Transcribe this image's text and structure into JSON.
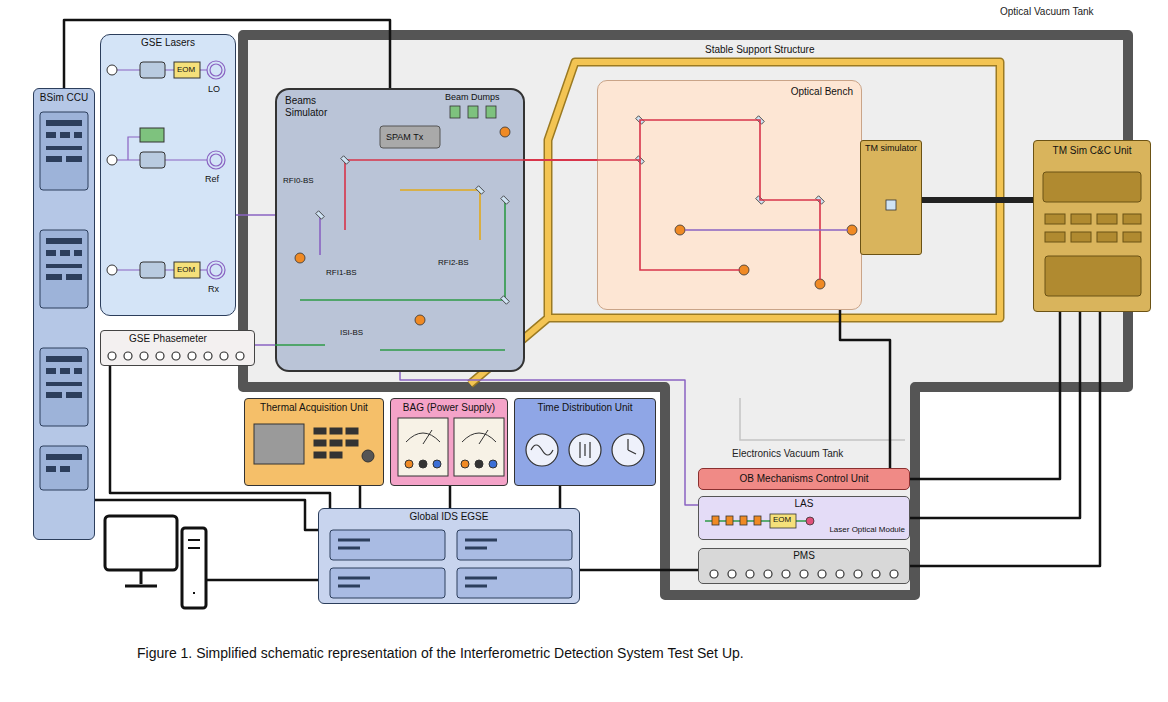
{
  "diagram": {
    "caption": "Figure 1. Simplified schematic representation of the Interferometric Detection System Test Set Up.",
    "nodes": [
      {
        "text": [
          "BSim CCU"
        ]
      },
      {
        "text": [
          "GSE Lasers"
        ]
      },
      {
        "text": [
          "GSE Phasemeter"
        ]
      },
      {
        "text": [
          "Optical Vacuum Tank"
        ]
      },
      {
        "text": [
          "Beams Simulator"
        ],
        "in": 3
      },
      {
        "text": [
          "Optical Bench"
        ],
        "in": 3
      },
      {
        "text": [
          "TM simulator"
        ],
        "in": 3
      },
      {
        "text": [
          "TM Sim C&C Unit"
        ]
      },
      {
        "text": [
          "Thermal Acquisition Unit"
        ]
      },
      {
        "text": [
          "BAG (Power Supply)"
        ]
      },
      {
        "text": [
          "Time Distribution Unit"
        ]
      },
      {
        "text": [
          "Electronics Vacuum Tank"
        ]
      },
      {
        "text": [
          "OB Mechanisms Control Unit"
        ],
        "in": 11
      },
      {
        "text": [
          "LAS",
          "Laser Optical Module"
        ],
        "in": 11
      },
      {
        "text": [
          "PMS"
        ],
        "in": 11
      },
      {
        "text": [
          "Global IDS EGSE"
        ]
      }
    ],
    "edges": [
      {
        "from": 0,
        "to": 4,
        "arrow": "none"
      },
      {
        "from": 0,
        "to": 15,
        "arrow": "none"
      },
      {
        "from": 2,
        "to": 15,
        "arrow": "none"
      },
      {
        "from": 8,
        "to": 15,
        "arrow": "none"
      },
      {
        "from": 9,
        "to": 15,
        "arrow": "none"
      },
      {
        "from": 10,
        "to": 15,
        "arrow": "none"
      },
      {
        "from": 7,
        "to": 6,
        "arrow": "none"
      },
      {
        "from": 7,
        "to": 12,
        "arrow": "none"
      },
      {
        "from": 7,
        "to": 13,
        "arrow": "none"
      },
      {
        "from": 7,
        "to": 14,
        "arrow": "none"
      },
      {
        "from": 14,
        "to": 15,
        "arrow": "none"
      },
      {
        "from": 12,
        "to": 5,
        "arrow": "none"
      },
      {
        "from": 1,
        "to": 4,
        "arrow": "none"
      },
      {
        "from": 13,
        "to": 4,
        "arrow": "none"
      },
      {
        "from": 2,
        "to": 4,
        "arrow": "none"
      },
      {
        "from": 4,
        "to": 5,
        "arrow": "none"
      }
    ],
    "labels": [
      "Stable Support Structure",
      "Beam Dumps",
      "SPAM Tx",
      "RFI0-BS",
      "RFI1-BS",
      "RFI2-BS",
      "ISI-BS",
      "LO",
      "Ref",
      "Rx",
      "EOM",
      "EOM",
      "EOM"
    ]
  }
}
